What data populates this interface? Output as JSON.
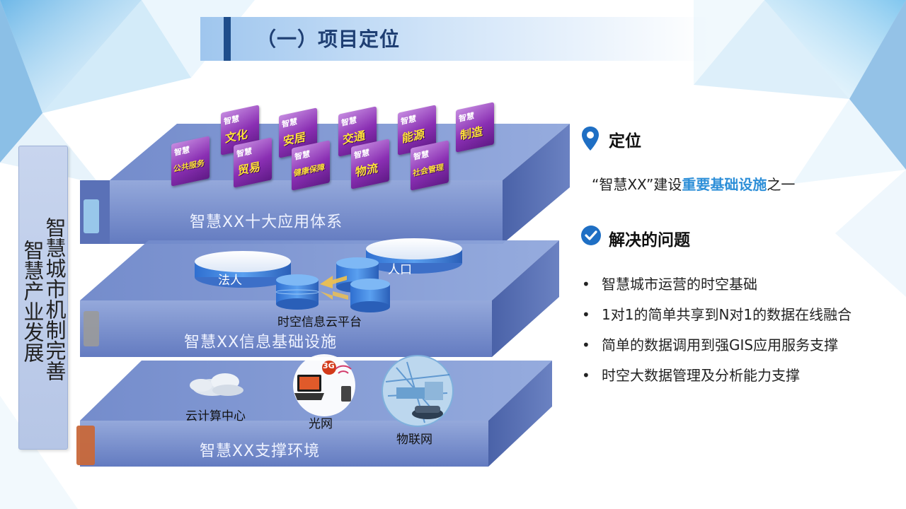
{
  "header": {
    "title": "（一）项目定位"
  },
  "left_vertical": {
    "col1": "智慧城市机制完善",
    "col2": "智慧产业发展"
  },
  "layers": {
    "top": {
      "label": "智慧XX十大应用体系"
    },
    "middle": {
      "label": "智慧XX信息基础设施",
      "disk_left": "法人",
      "disk_right": "人口",
      "center_caption": "时空信息云平台"
    },
    "bottom": {
      "label": "智慧XX支撑环境",
      "cloud_caption": "云计算中心",
      "optical_caption": "光网",
      "iot_caption": "物联网",
      "badge_3g": "3G"
    }
  },
  "app_tiles": [
    {
      "prefix": "智慧",
      "name": "公共服务"
    },
    {
      "prefix": "智慧",
      "name": "文化"
    },
    {
      "prefix": "智慧",
      "name": "贸易"
    },
    {
      "prefix": "智慧",
      "name": "安居"
    },
    {
      "prefix": "智慧",
      "name": "健康保障"
    },
    {
      "prefix": "智慧",
      "name": "交通"
    },
    {
      "prefix": "智慧",
      "name": "物流"
    },
    {
      "prefix": "智慧",
      "name": "能源"
    },
    {
      "prefix": "智慧",
      "name": "社会管理"
    },
    {
      "prefix": "智慧",
      "name": "制造"
    }
  ],
  "positioning": {
    "title": "定位",
    "desc_prefix": "“智慧XX”建设",
    "desc_highlight": "重要基础设施",
    "desc_suffix": "之一",
    "icon": "location-pin-icon",
    "accent_color": "#2e8fd8"
  },
  "problems": {
    "title": "解决的问题",
    "icon": "check-circle-icon",
    "items": [
      "智慧城市运营的时空基础",
      "1对1的简单共享到N对1的数据在线融合",
      "简单的数据调用到强GIS应用服务支撑",
      "时空大数据管理及分析能力支撑"
    ]
  }
}
